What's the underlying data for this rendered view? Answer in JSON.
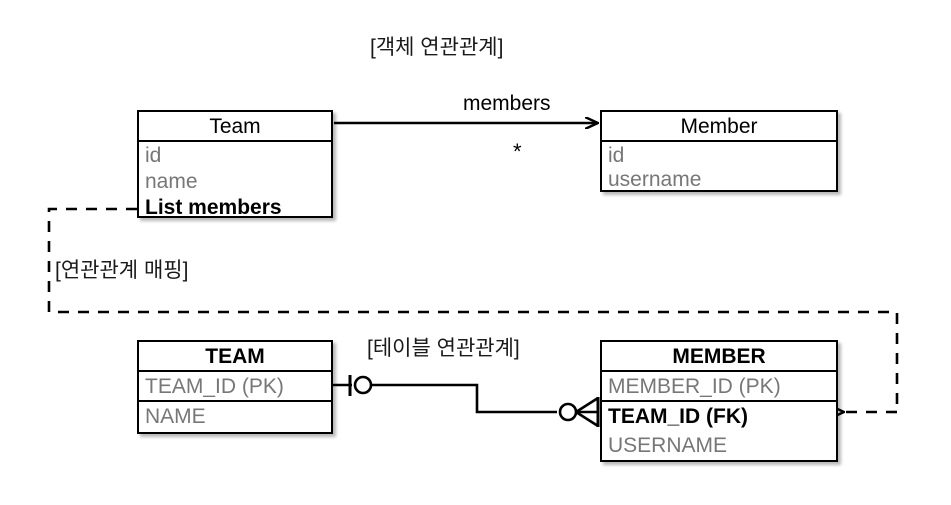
{
  "diagram": {
    "title_object": "[객체 연관관계]",
    "title_mapping": "[연관관계 매핑]",
    "title_table": "[테이블 연관관계]",
    "colors": {
      "line": "#000000",
      "field_text": "#777777",
      "key_text": "#000000",
      "background": "#ffffff"
    }
  },
  "object_model": {
    "team": {
      "header": "Team",
      "fields": [
        {
          "label": "id",
          "emphasis": false
        },
        {
          "label": "name",
          "emphasis": false
        },
        {
          "label": "List members",
          "emphasis": true
        }
      ]
    },
    "member": {
      "header": "Member",
      "fields": [
        {
          "label": "id",
          "emphasis": false
        },
        {
          "label": "username",
          "emphasis": false
        }
      ]
    },
    "association": {
      "label": "members",
      "multiplicity": "*"
    }
  },
  "table_model": {
    "team_table": {
      "header": "TEAM",
      "fields": [
        {
          "label": "TEAM_ID (PK)",
          "emphasis": false
        },
        {
          "label": "NAME",
          "emphasis": false
        }
      ]
    },
    "member_table": {
      "header": "MEMBER",
      "fields": [
        {
          "label": "MEMBER_ID (PK)",
          "emphasis": false
        },
        {
          "label": "TEAM_ID (FK)",
          "emphasis": true
        },
        {
          "label": "USERNAME",
          "emphasis": false
        }
      ]
    },
    "relationship": {
      "left_notation": "one-and-only-one",
      "right_notation": "zero-or-many"
    }
  }
}
